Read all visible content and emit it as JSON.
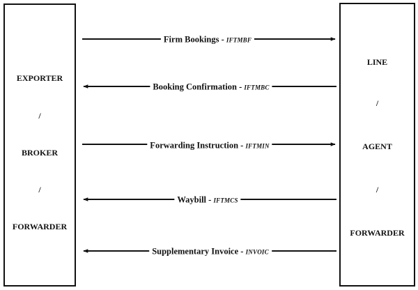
{
  "left_party": {
    "lines": [
      "EXPORTER",
      "/",
      "BROKER",
      "/",
      "FORWARDER"
    ]
  },
  "right_party": {
    "lines": [
      "LINE",
      "/",
      "AGENT",
      "/",
      "FORWARDER"
    ]
  },
  "messages": [
    {
      "name": "Firm Bookings",
      "sep": " - ",
      "code": "IFTMBF",
      "direction": "left-to-right"
    },
    {
      "name": "Booking Confirmation",
      "sep": " - ",
      "code": "IFTMBC",
      "direction": "right-to-left"
    },
    {
      "name": "Forwarding Instruction",
      "sep": " - ",
      "code": "IFTMIN",
      "direction": "left-to-right"
    },
    {
      "name": "Waybill",
      "sep": " - ",
      "code": "IFTMCS",
      "direction": "right-to-left"
    },
    {
      "name": "Supplementary Invoice",
      "sep": " - ",
      "code": "INVOIC",
      "direction": "right-to-left"
    }
  ]
}
